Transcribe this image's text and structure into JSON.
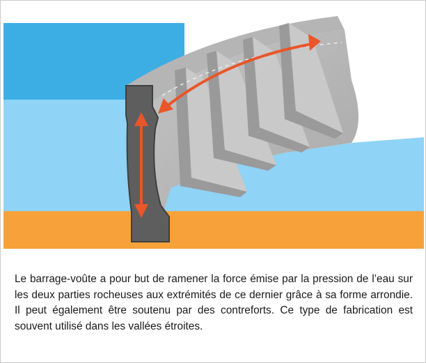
{
  "diagram": {
    "colors": {
      "sky": "#ffffff",
      "water_top": "#3daee3",
      "water_bottom": "#8fd3f6",
      "ground": "#f7a13a",
      "dam_light": "#b5b5b5",
      "dam_mid": "#9a9a9a",
      "dam_dark": "#5c5c5c",
      "section_fill": "#5e5e5e",
      "arrow": "#e8562a"
    },
    "icons": [
      "vertical-force-arrow",
      "curved-force-arrow"
    ]
  },
  "caption": {
    "text": "Le barrage-voûte a pour but de ramener la force émise par la pression de l’eau sur les deux parties rocheuses aux extrémités de ce dernier grâce à sa forme arrondie. Il peut également être soutenu par des contreforts. Ce type de fabrication est souvent utilisé dans les vallées étroites."
  }
}
